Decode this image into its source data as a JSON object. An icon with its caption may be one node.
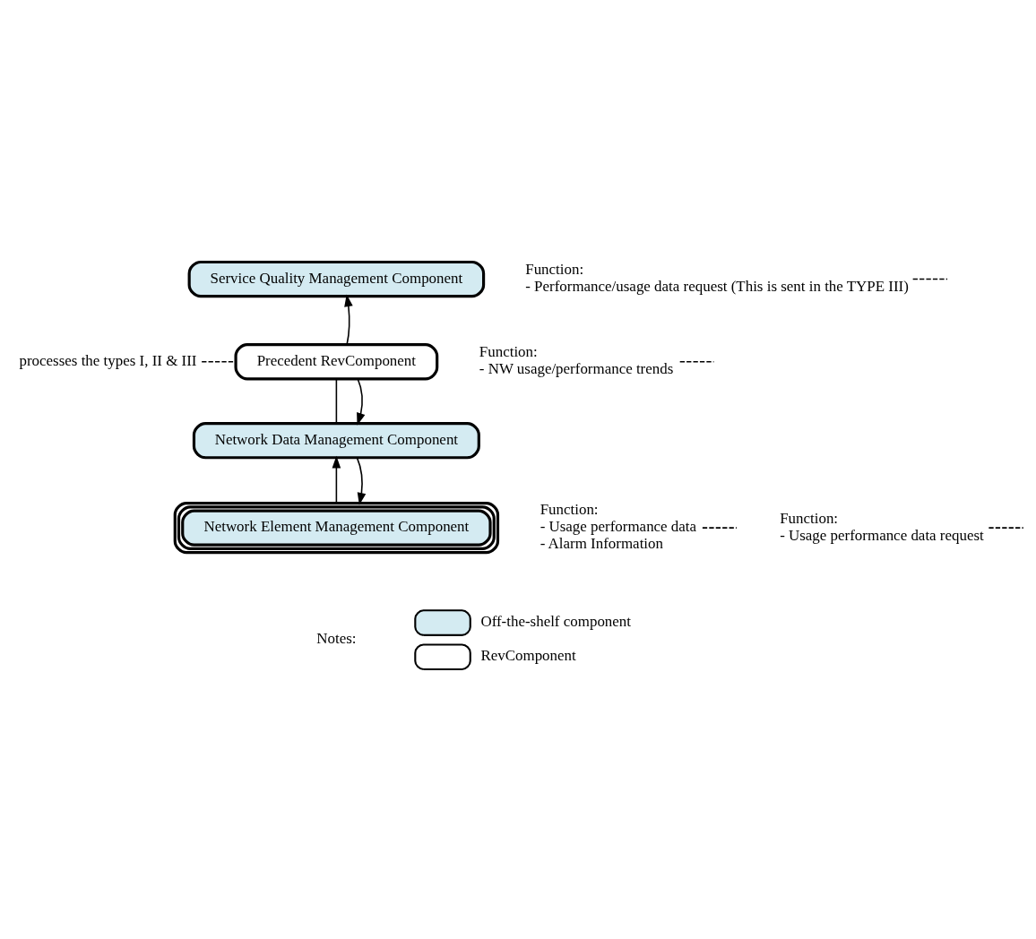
{
  "diagram": {
    "nodes": [
      {
        "text": [
          "Service Quality Management Component"
        ]
      },
      {
        "text": [
          "Precedent RevComponent"
        ]
      },
      {
        "text": [
          "Network Data Management Component"
        ]
      },
      {
        "text": [
          "Network Element Management Component"
        ]
      },
      {
        "text": [
          "Function:",
          "- NW usage/performance trends"
        ]
      },
      {
        "text": [
          "processes the types I, II & III"
        ]
      },
      {
        "text": [
          "Function:",
          "- Performance/usage data request (This is sent in the TYPE III)"
        ]
      },
      {
        "text": [
          "Function:",
          "- Usage performance data",
          "- Alarm Information"
        ]
      },
      {
        "text": [
          "Function:",
          "- Usage performance data request"
        ]
      }
    ],
    "edges": [
      {
        "from": 1,
        "to": 0,
        "arrow": "to"
      },
      {
        "from": 2,
        "to": 1,
        "arrow": "none"
      },
      {
        "from": 1,
        "to": 2,
        "arrow": "to"
      },
      {
        "from": 3,
        "to": 2,
        "arrow": "to"
      },
      {
        "from": 2,
        "to": 3,
        "arrow": "to"
      },
      {
        "from": 4,
        "to": null,
        "arrow": "none",
        "style": "dashed"
      },
      {
        "from": 5,
        "to": 1,
        "arrow": "none",
        "style": "dashed"
      },
      {
        "from": 6,
        "to": null,
        "arrow": "none",
        "style": "dashed"
      },
      {
        "from": 7,
        "to": null,
        "arrow": "none",
        "style": "dashed"
      },
      {
        "from": 8,
        "to": null,
        "arrow": "none",
        "style": "dashed"
      }
    ],
    "labels": [
      "Notes:"
    ],
    "legend": [
      {
        "text": "Off-the-shelf component",
        "color": "#d4ebf2"
      },
      {
        "text": "RevComponent",
        "color": "#ffffff"
      }
    ]
  }
}
